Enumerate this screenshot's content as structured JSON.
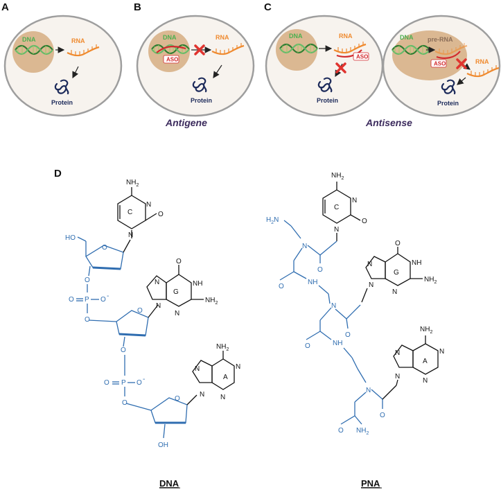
{
  "panels": {
    "a": {
      "label": "A",
      "dna": "DNA",
      "rna": "RNA",
      "protein": "Protein"
    },
    "b": {
      "label": "B",
      "dna": "DNA",
      "rna": "RNA",
      "aso": "ASO",
      "protein": "Protein",
      "caption": "Antigene"
    },
    "c": {
      "label": "C",
      "dna": "DNA",
      "rna": "RNA",
      "aso": "ASO",
      "protein": "Protein",
      "dna2": "DNA",
      "prerna": "pre-RNA",
      "aso2": "ASO",
      "rna2": "RNA",
      "protein2": "Protein",
      "caption": "Antisense"
    },
    "d": {
      "label": "D"
    }
  },
  "dna_structure": {
    "title": "DNA",
    "nh2_c": "NH",
    "ho": "HO",
    "o": "O",
    "n": "N",
    "nh": "NH",
    "p": "P",
    "oh": "OH",
    "base_c": "C",
    "base_g": "G",
    "base_a": "A",
    "o_minus": "O"
  },
  "pna_structure": {
    "title": "PNA",
    "h2n": "H",
    "base_c": "C",
    "base_g": "G",
    "base_a": "A"
  },
  "colors": {
    "cell_fill": "#f7f3ee",
    "nucleus_fill": "#dbb892",
    "blue": "#2f6db0",
    "red": "#d2292d"
  }
}
